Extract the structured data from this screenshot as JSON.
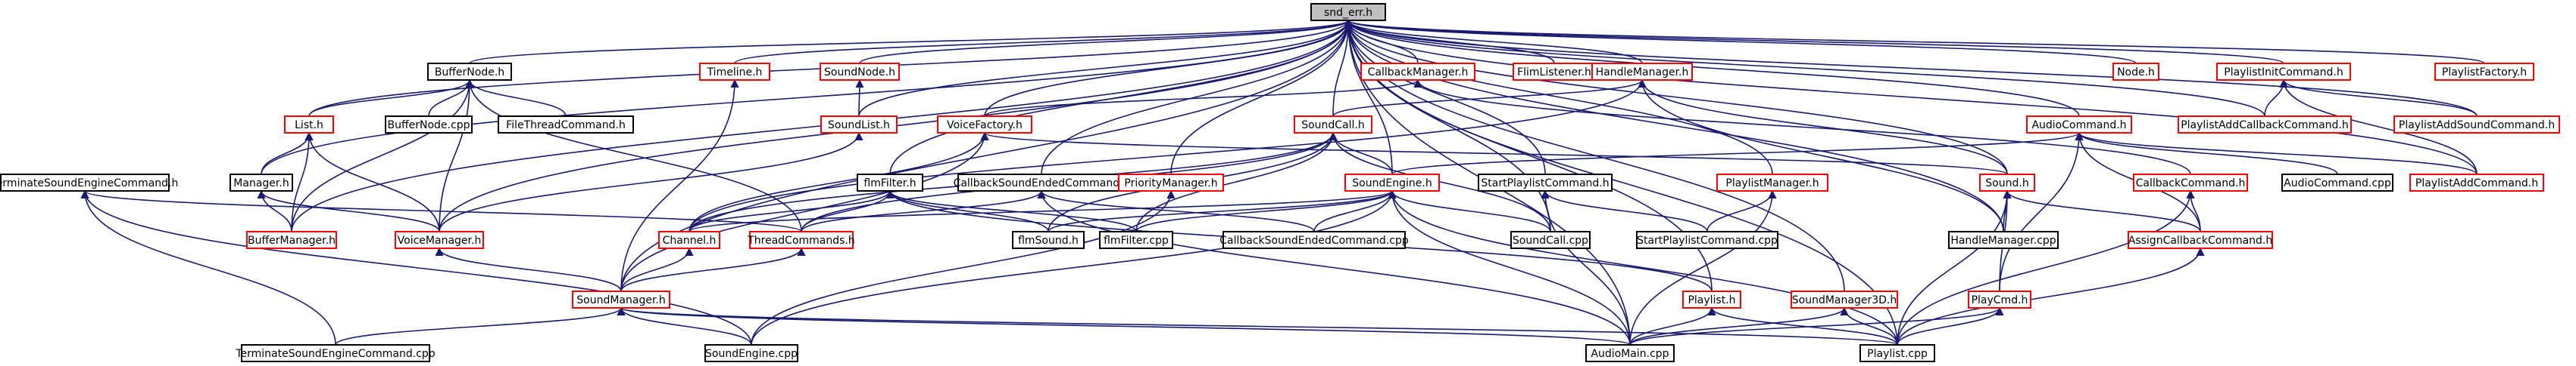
{
  "graph": {
    "colors": {
      "edge": "#191970",
      "root_fill": "#bfbfbf",
      "doc_border": "#000000",
      "undoc_border": "#ff0000"
    },
    "nodes": [
      {
        "id": "snd_err",
        "label": "snd_err.h",
        "style": "root"
      },
      {
        "id": "BufferNode",
        "label": "BufferNode.h",
        "style": "black"
      },
      {
        "id": "Timeline",
        "label": "Timeline.h",
        "style": "red"
      },
      {
        "id": "SoundNode",
        "label": "SoundNode.h",
        "style": "red"
      },
      {
        "id": "CallbackManager",
        "label": "CallbackManager.h",
        "style": "red"
      },
      {
        "id": "FlimListener",
        "label": "FlimListener.h",
        "style": "red"
      },
      {
        "id": "HandleManager",
        "label": "HandleManager.h",
        "style": "red"
      },
      {
        "id": "Node",
        "label": "Node.h",
        "style": "red"
      },
      {
        "id": "PlaylistInitCommand",
        "label": "PlaylistInitCommand.h",
        "style": "red"
      },
      {
        "id": "PlaylistFactory",
        "label": "PlaylistFactory.h",
        "style": "red"
      },
      {
        "id": "List",
        "label": "List.h",
        "style": "red"
      },
      {
        "id": "BufferNodeCpp",
        "label": "BufferNode.cpp",
        "style": "black"
      },
      {
        "id": "FileThreadCommand",
        "label": "FileThreadCommand.h",
        "style": "black"
      },
      {
        "id": "SoundList",
        "label": "SoundList.h",
        "style": "red"
      },
      {
        "id": "VoiceFactory",
        "label": "VoiceFactory.h",
        "style": "red"
      },
      {
        "id": "SoundCallH",
        "label": "SoundCall.h",
        "style": "red"
      },
      {
        "id": "PlaylistManager",
        "label": "PlaylistManager.h",
        "style": "red"
      },
      {
        "id": "AudioCommand",
        "label": "AudioCommand.h",
        "style": "red"
      },
      {
        "id": "PlaylistAddCallbackCommand",
        "label": "PlaylistAddCallbackCommand.h",
        "style": "red"
      },
      {
        "id": "PlaylistAddSoundCommand",
        "label": "PlaylistAddSoundCommand.h",
        "style": "red"
      },
      {
        "id": "TerminateSoundEngineCommand",
        "label": "TerminateSoundEngineCommand.h",
        "style": "black"
      },
      {
        "id": "Manager",
        "label": "Manager.h",
        "style": "black"
      },
      {
        "id": "flmFilter",
        "label": "flmFilter.h",
        "style": "black"
      },
      {
        "id": "CallbackSoundEndedCommand",
        "label": "CallbackSoundEndedCommand.h",
        "style": "black"
      },
      {
        "id": "PriorityManager",
        "label": "PriorityManager.h",
        "style": "red"
      },
      {
        "id": "SoundEngineH",
        "label": "SoundEngine.h",
        "style": "red"
      },
      {
        "id": "StartPlaylistCommand",
        "label": "StartPlaylistCommand.h",
        "style": "black"
      },
      {
        "id": "SoundH",
        "label": "Sound.h",
        "style": "red"
      },
      {
        "id": "CallbackCommand",
        "label": "CallbackCommand.h",
        "style": "red"
      },
      {
        "id": "AudioCommandCpp",
        "label": "AudioCommand.cpp",
        "style": "black"
      },
      {
        "id": "PlaylistAddCommand",
        "label": "PlaylistAddCommand.h",
        "style": "red"
      },
      {
        "id": "BufferManager",
        "label": "BufferManager.h",
        "style": "red"
      },
      {
        "id": "VoiceManager",
        "label": "VoiceManager.h",
        "style": "red"
      },
      {
        "id": "Channel",
        "label": "Channel.h",
        "style": "red"
      },
      {
        "id": "ThreadCommands",
        "label": "ThreadCommands.h",
        "style": "red"
      },
      {
        "id": "flmSoundCpp",
        "label": "flmSound.h",
        "style": "black"
      },
      {
        "id": "flmFilterCpp",
        "label": "flmFilter.cpp",
        "style": "black"
      },
      {
        "id": "CallbackSoundEndedCommandCpp",
        "label": "CallbackSoundEndedCommand.cpp",
        "style": "black"
      },
      {
        "id": "SoundCallCpp",
        "label": "SoundCall.cpp",
        "style": "black"
      },
      {
        "id": "StartPlaylistCommandCpp",
        "label": "StartPlaylistCommand.cpp",
        "style": "black"
      },
      {
        "id": "HandleManagerCpp",
        "label": "HandleManager.cpp",
        "style": "black"
      },
      {
        "id": "AssignCallbackCommand",
        "label": "AssignCallbackCommand.h",
        "style": "red"
      },
      {
        "id": "SoundManager",
        "label": "SoundManager.h",
        "style": "red"
      },
      {
        "id": "PlaylistH",
        "label": "Playlist.h",
        "style": "red"
      },
      {
        "id": "SoundManager3D",
        "label": "SoundManager3D.h",
        "style": "red"
      },
      {
        "id": "PlayCmd",
        "label": "PlayCmd.h",
        "style": "red"
      },
      {
        "id": "TerminateSoundEngineCommandCpp",
        "label": "TerminateSoundEngineCommand.cpp",
        "style": "black"
      },
      {
        "id": "SoundEngineCpp",
        "label": "SoundEngine.cpp",
        "style": "black"
      },
      {
        "id": "AudioMainCpp",
        "label": "AudioMain.cpp",
        "style": "black"
      },
      {
        "id": "PlaylistCpp",
        "label": "Playlist.cpp",
        "style": "black"
      }
    ],
    "edges": [
      [
        "BufferNode",
        "snd_err"
      ],
      [
        "Timeline",
        "snd_err"
      ],
      [
        "SoundNode",
        "snd_err"
      ],
      [
        "CallbackManager",
        "snd_err"
      ],
      [
        "FlimListener",
        "snd_err"
      ],
      [
        "HandleManager",
        "snd_err"
      ],
      [
        "Node",
        "snd_err"
      ],
      [
        "PlaylistInitCommand",
        "snd_err"
      ],
      [
        "PlaylistFactory",
        "snd_err"
      ],
      [
        "List",
        "snd_err"
      ],
      [
        "SoundList",
        "snd_err"
      ],
      [
        "VoiceFactory",
        "snd_err"
      ],
      [
        "SoundCallH",
        "snd_err"
      ],
      [
        "PlaylistManager",
        "snd_err"
      ],
      [
        "AudioCommand",
        "snd_err"
      ],
      [
        "PlaylistAddCallbackCommand",
        "snd_err"
      ],
      [
        "PlaylistAddSoundCommand",
        "snd_err"
      ],
      [
        "Manager",
        "snd_err"
      ],
      [
        "flmFilter",
        "snd_err"
      ],
      [
        "CallbackSoundEndedCommand",
        "snd_err"
      ],
      [
        "PriorityManager",
        "snd_err"
      ],
      [
        "SoundEngineH",
        "snd_err"
      ],
      [
        "StartPlaylistCommand",
        "snd_err"
      ],
      [
        "SoundH",
        "snd_err"
      ],
      [
        "PlaylistAddCommand",
        "snd_err"
      ],
      [
        "BufferManager",
        "snd_err"
      ],
      [
        "VoiceManager",
        "snd_err"
      ],
      [
        "SoundManager",
        "snd_err"
      ],
      [
        "PlaylistH",
        "snd_err"
      ],
      [
        "SoundManager3D",
        "snd_err"
      ],
      [
        "HandleManagerCpp",
        "snd_err"
      ],
      [
        "SoundCallCpp",
        "snd_err"
      ],
      [
        "AudioMainCpp",
        "snd_err"
      ],
      [
        "PlaylistCpp",
        "snd_err"
      ],
      [
        "List",
        "BufferNode"
      ],
      [
        "BufferNodeCpp",
        "BufferNode"
      ],
      [
        "FileThreadCommand",
        "BufferNode"
      ],
      [
        "BufferManager",
        "BufferNode"
      ],
      [
        "ThreadCommands",
        "BufferNode"
      ],
      [
        "VoiceManager",
        "BufferNode"
      ],
      [
        "SoundManager",
        "Timeline"
      ],
      [
        "SoundList",
        "SoundNode"
      ],
      [
        "VoiceFactory",
        "CallbackManager"
      ],
      [
        "CallbackCommand",
        "CallbackManager"
      ],
      [
        "Channel",
        "HandleManager"
      ],
      [
        "SoundH",
        "HandleManager"
      ],
      [
        "HandleManagerCpp",
        "HandleManager"
      ],
      [
        "SoundCallH",
        "HandleManager"
      ],
      [
        "PlaylistAddCallbackCommand",
        "PlaylistInitCommand"
      ],
      [
        "PlaylistAddSoundCommand",
        "PlaylistInitCommand"
      ],
      [
        "PlaylistAddCommand",
        "PlaylistInitCommand"
      ],
      [
        "Manager",
        "List"
      ],
      [
        "BufferManager",
        "List"
      ],
      [
        "VoiceManager",
        "List"
      ],
      [
        "VoiceManager",
        "SoundList"
      ],
      [
        "Channel",
        "VoiceFactory"
      ],
      [
        "SoundManager",
        "VoiceFactory"
      ],
      [
        "SoundH",
        "VoiceFactory"
      ],
      [
        "Channel",
        "SoundCallH"
      ],
      [
        "ThreadCommands",
        "SoundCallH"
      ],
      [
        "flmSoundCpp",
        "SoundCallH"
      ],
      [
        "flmFilterCpp",
        "SoundCallH"
      ],
      [
        "SoundCallCpp",
        "SoundCallH"
      ],
      [
        "SoundEngineH",
        "SoundCallH"
      ],
      [
        "StartPlaylistCommandCpp",
        "PlaylistManager"
      ],
      [
        "AudioMainCpp",
        "PlaylistManager"
      ],
      [
        "SoundEngineH",
        "AudioCommand"
      ],
      [
        "PlayCmd",
        "AudioCommand"
      ],
      [
        "AudioCommandCpp",
        "AudioCommand"
      ],
      [
        "PlaylistAddCommand",
        "AudioCommand"
      ],
      [
        "AssignCallbackCommand",
        "AudioCommand"
      ],
      [
        "ThreadCommands",
        "TerminateSoundEngineCommand"
      ],
      [
        "TerminateSoundEngineCommandCpp",
        "TerminateSoundEngineCommand"
      ],
      [
        "SoundEngineCpp",
        "TerminateSoundEngineCommand"
      ],
      [
        "BufferManager",
        "Manager"
      ],
      [
        "VoiceManager",
        "Manager"
      ],
      [
        "Channel",
        "flmFilter"
      ],
      [
        "ThreadCommands",
        "flmFilter"
      ],
      [
        "flmSoundCpp",
        "flmFilter"
      ],
      [
        "flmFilterCpp",
        "flmFilter"
      ],
      [
        "PlaylistH",
        "flmFilter"
      ],
      [
        "ThreadCommands",
        "CallbackSoundEndedCommand"
      ],
      [
        "CallbackSoundEndedCommandCpp",
        "CallbackSoundEndedCommand"
      ],
      [
        "AudioMainCpp",
        "CallbackSoundEndedCommand"
      ],
      [
        "SoundEngineCpp",
        "PriorityManager"
      ],
      [
        "Channel",
        "SoundEngineH"
      ],
      [
        "flmSoundCpp",
        "SoundEngineH"
      ],
      [
        "flmFilterCpp",
        "SoundEngineH"
      ],
      [
        "CallbackSoundEndedCommandCpp",
        "SoundEngineH"
      ],
      [
        "SoundCallCpp",
        "SoundEngineH"
      ],
      [
        "SoundEngineCpp",
        "SoundEngineH"
      ],
      [
        "AudioMainCpp",
        "SoundEngineH"
      ],
      [
        "PlaylistCpp",
        "SoundEngineH"
      ],
      [
        "StartPlaylistCommandCpp",
        "StartPlaylistCommand"
      ],
      [
        "AudioMainCpp",
        "StartPlaylistCommand"
      ],
      [
        "SoundCallCpp",
        "StartPlaylistCommand"
      ],
      [
        "HandleManagerCpp",
        "SoundH"
      ],
      [
        "AssignCallbackCommand",
        "SoundH"
      ],
      [
        "PlayCmd",
        "SoundH"
      ],
      [
        "PlaylistCpp",
        "SoundH"
      ],
      [
        "AssignCallbackCommand",
        "CallbackCommand"
      ],
      [
        "PlaylistCpp",
        "CallbackCommand"
      ],
      [
        "SoundManager",
        "VoiceManager"
      ],
      [
        "SoundManager",
        "Channel"
      ],
      [
        "SoundManager",
        "ThreadCommands"
      ],
      [
        "TerminateSoundEngineCommandCpp",
        "SoundManager"
      ],
      [
        "SoundEngineCpp",
        "SoundManager"
      ],
      [
        "AudioMainCpp",
        "SoundManager"
      ],
      [
        "PlaylistCpp",
        "SoundManager"
      ],
      [
        "AudioMainCpp",
        "PlaylistH"
      ],
      [
        "PlaylistCpp",
        "PlaylistH"
      ],
      [
        "AudioMainCpp",
        "SoundManager3D"
      ],
      [
        "PlaylistCpp",
        "SoundManager3D"
      ],
      [
        "AudioMainCpp",
        "PlayCmd"
      ],
      [
        "PlaylistCpp",
        "PlayCmd"
      ],
      [
        "PlaylistCpp",
        "AssignCallbackCommand"
      ]
    ]
  }
}
